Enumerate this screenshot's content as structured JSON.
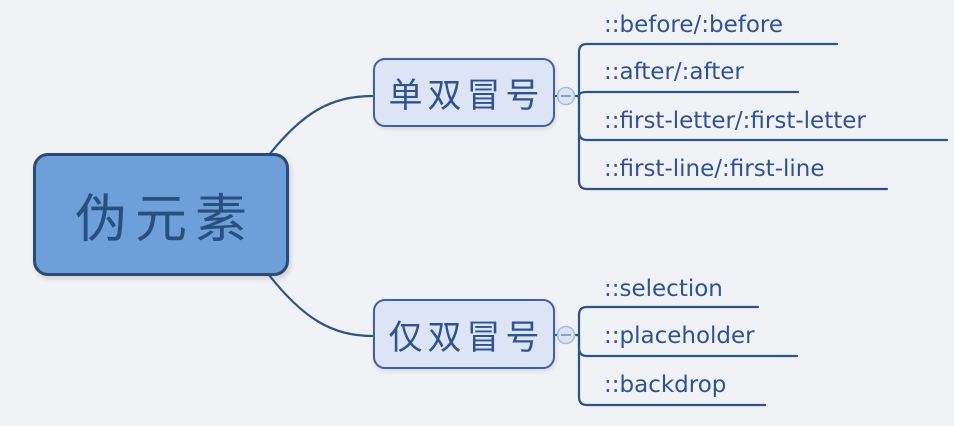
{
  "root": {
    "label": "伪元素"
  },
  "branches": [
    {
      "label": "单双冒号",
      "collapse_icon": "minus-circle",
      "children": [
        {
          "label": "::before/:before"
        },
        {
          "label": "::after/:after"
        },
        {
          "label": "::first-letter/:first-letter"
        },
        {
          "label": "::first-line/:first-line"
        }
      ]
    },
    {
      "label": "仅双冒号",
      "collapse_icon": "minus-circle",
      "children": [
        {
          "label": "::selection"
        },
        {
          "label": "::placeholder"
        },
        {
          "label": "::backdrop"
        }
      ]
    }
  ],
  "colors": {
    "bg": "#f1f2f6",
    "line": "#2e5288",
    "root-fill": "#6f9fd9",
    "root-border": "#2b4a74",
    "root-text": "#28507f",
    "branch-fill": "#dde4f6",
    "branch-border": "#41609f",
    "branch-text": "#2e5390",
    "leaf-text": "#2e5390",
    "collapse-fill": "#dce4f6",
    "collapse-border": "#a8bce3",
    "collapse-glyph": "#8498c9"
  }
}
